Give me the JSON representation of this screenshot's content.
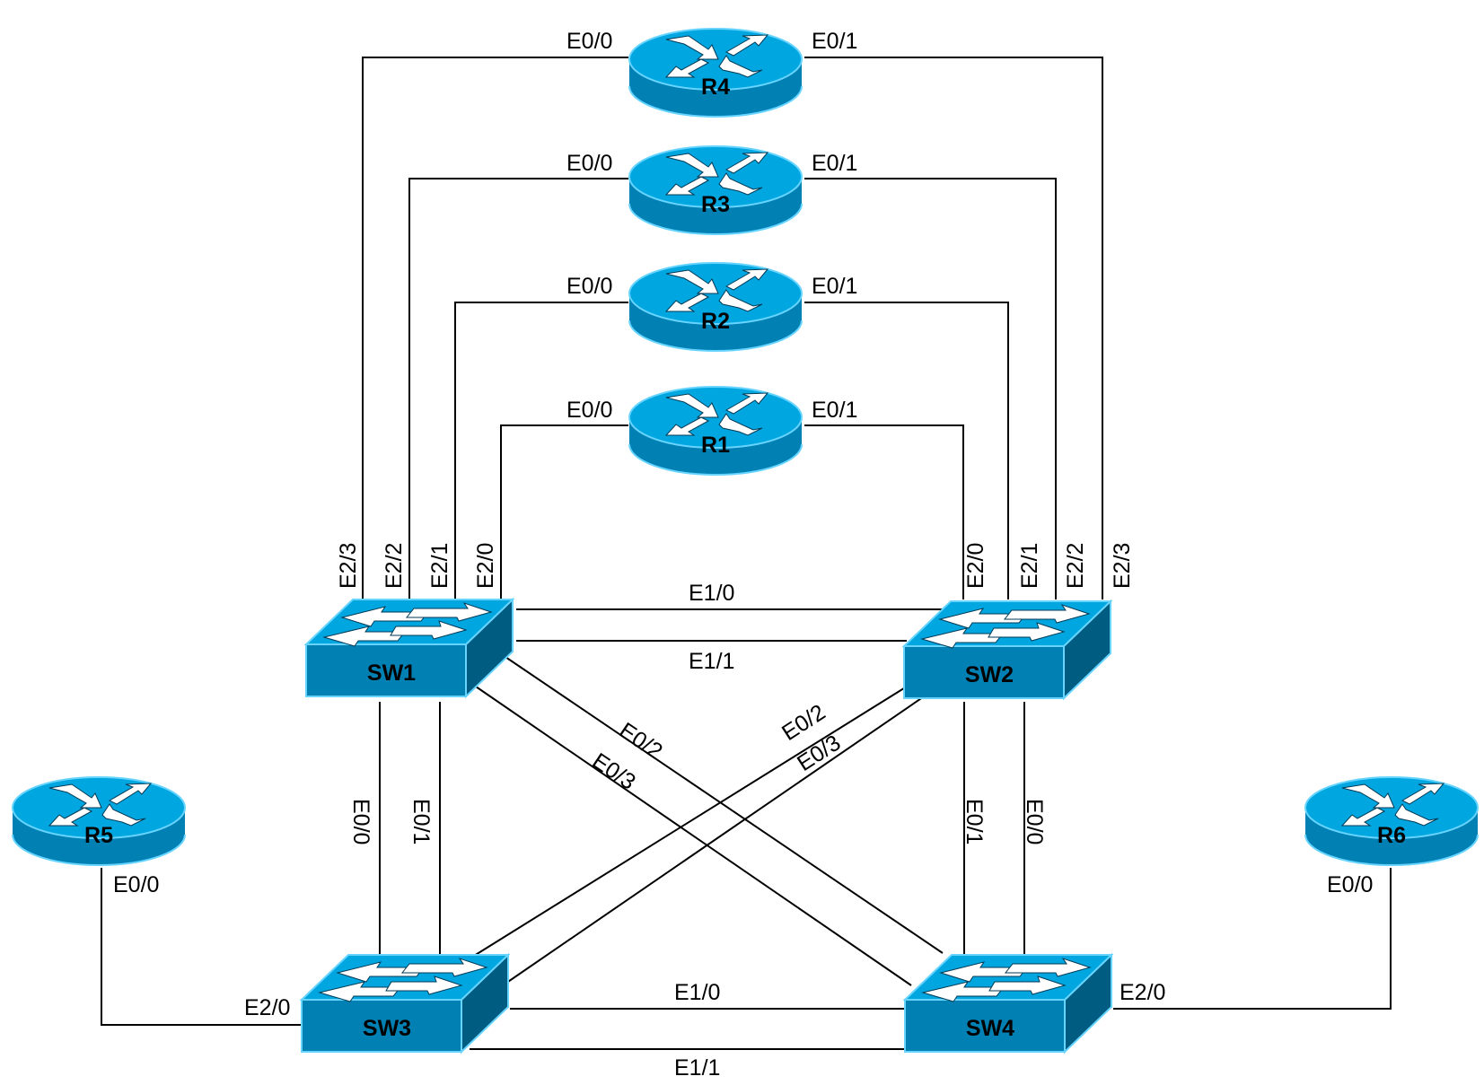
{
  "diagram": {
    "type": "network-topology",
    "colors": {
      "device_top": "#00a6e0",
      "device_side": "#0080b3",
      "device_dark": "#005c80",
      "device_highlight": "#66d4ff",
      "arrow": "#ffffff",
      "link": "#000000"
    },
    "devices": {
      "R1": {
        "name": "R1",
        "type": "router",
        "icon": "router-icon"
      },
      "R2": {
        "name": "R2",
        "type": "router",
        "icon": "router-icon"
      },
      "R3": {
        "name": "R3",
        "type": "router",
        "icon": "router-icon"
      },
      "R4": {
        "name": "R4",
        "type": "router",
        "icon": "router-icon"
      },
      "R5": {
        "name": "R5",
        "type": "router",
        "icon": "router-icon"
      },
      "R6": {
        "name": "R6",
        "type": "router",
        "icon": "router-icon"
      },
      "SW1": {
        "name": "SW1",
        "type": "switch",
        "icon": "switch-icon"
      },
      "SW2": {
        "name": "SW2",
        "type": "switch",
        "icon": "switch-icon"
      },
      "SW3": {
        "name": "SW3",
        "type": "switch",
        "icon": "switch-icon"
      },
      "SW4": {
        "name": "SW4",
        "type": "switch",
        "icon": "switch-icon"
      }
    },
    "links": {
      "r4_sw1": {
        "a": "R4",
        "a_port": "E0/0",
        "b": "SW1",
        "b_port": "E2/3"
      },
      "r4_sw2": {
        "a": "R4",
        "a_port": "E0/1",
        "b": "SW2",
        "b_port": "E2/3"
      },
      "r3_sw1": {
        "a": "R3",
        "a_port": "E0/0",
        "b": "SW1",
        "b_port": "E2/2"
      },
      "r3_sw2": {
        "a": "R3",
        "a_port": "E0/1",
        "b": "SW2",
        "b_port": "E2/2"
      },
      "r2_sw1": {
        "a": "R2",
        "a_port": "E0/0",
        "b": "SW1",
        "b_port": "E2/1"
      },
      "r2_sw2": {
        "a": "R2",
        "a_port": "E0/1",
        "b": "SW2",
        "b_port": "E2/1"
      },
      "r1_sw1": {
        "a": "R1",
        "a_port": "E0/0",
        "b": "SW1",
        "b_port": "E2/0"
      },
      "r1_sw2": {
        "a": "R1",
        "a_port": "E0/1",
        "b": "SW2",
        "b_port": "E2/0"
      },
      "sw1_sw2_a": {
        "a": "SW1",
        "b": "SW2",
        "label": "E1/0"
      },
      "sw1_sw2_b": {
        "a": "SW1",
        "b": "SW2",
        "label": "E1/1"
      },
      "sw1_sw3_a": {
        "a": "SW1",
        "b": "SW3",
        "label": "E0/0"
      },
      "sw1_sw3_b": {
        "a": "SW1",
        "b": "SW3",
        "label": "E0/1"
      },
      "sw2_sw4_a": {
        "a": "SW2",
        "b": "SW4",
        "label": "E0/1"
      },
      "sw2_sw4_b": {
        "a": "SW2",
        "b": "SW4",
        "label": "E0/0"
      },
      "sw1_sw4_a": {
        "a": "SW1",
        "b": "SW4",
        "label": "E0/2"
      },
      "sw1_sw4_b": {
        "a": "SW1",
        "b": "SW4",
        "label": "E0/3"
      },
      "sw2_sw3_a": {
        "a": "SW2",
        "b": "SW3",
        "label": "E0/2"
      },
      "sw2_sw3_b": {
        "a": "SW2",
        "b": "SW3",
        "label": "E0/3"
      },
      "sw3_sw4_a": {
        "a": "SW3",
        "b": "SW4",
        "label": "E1/0"
      },
      "sw3_sw4_b": {
        "a": "SW3",
        "b": "SW4",
        "label": "E1/1"
      },
      "r5_sw3": {
        "a": "R5",
        "a_port": "E0/0",
        "b": "SW3",
        "b_port": "E2/0"
      },
      "r6_sw4": {
        "a": "R6",
        "a_port": "E0/0",
        "b": "SW4",
        "b_port": "E2/0"
      }
    }
  }
}
